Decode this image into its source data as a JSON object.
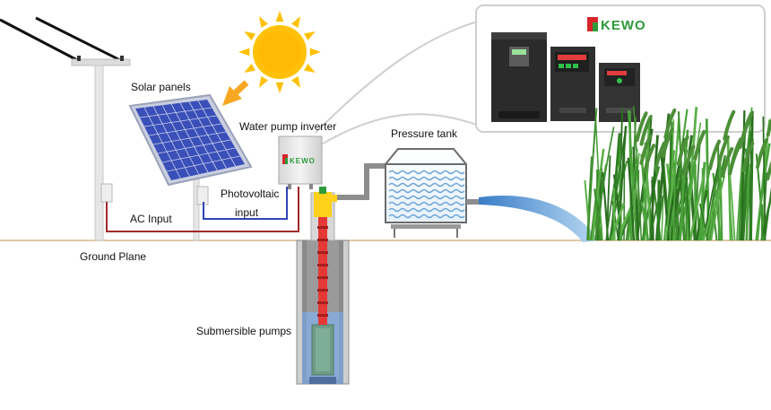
{
  "labels": {
    "solar_panels": "Solar panels",
    "water_pump_inverter": "Water pump inverter",
    "pressure_tank": "Pressure tank",
    "photovoltaic_line1": "Photovoltaic",
    "photovoltaic_line2": "input",
    "ac_input": "AC Input",
    "ground_plane": "Ground Plane",
    "submersible_pumps": "Submersible pumps"
  },
  "brand": {
    "name": "KEWO",
    "inverter_name": "KEWO"
  },
  "colors": {
    "sun": "#FFC107",
    "sun_arrow": "#F7A823",
    "panel_cells": "#3A4FB8",
    "ac_wire": "#A3282B",
    "pv_wire": "#2F45B5",
    "pump_shaft": "#E53935",
    "brand_green": "#2E9B3A",
    "brand_red": "#D8262A",
    "water": "#5B9BD5",
    "grass": "#3E8E2E"
  },
  "icons": [
    "sun-icon",
    "solar-panel-icon",
    "inverter-box-icon",
    "pressure-tank-icon",
    "pump-well-icon",
    "grass-icon",
    "power-pole-icon",
    "kewo-logo-icon"
  ]
}
